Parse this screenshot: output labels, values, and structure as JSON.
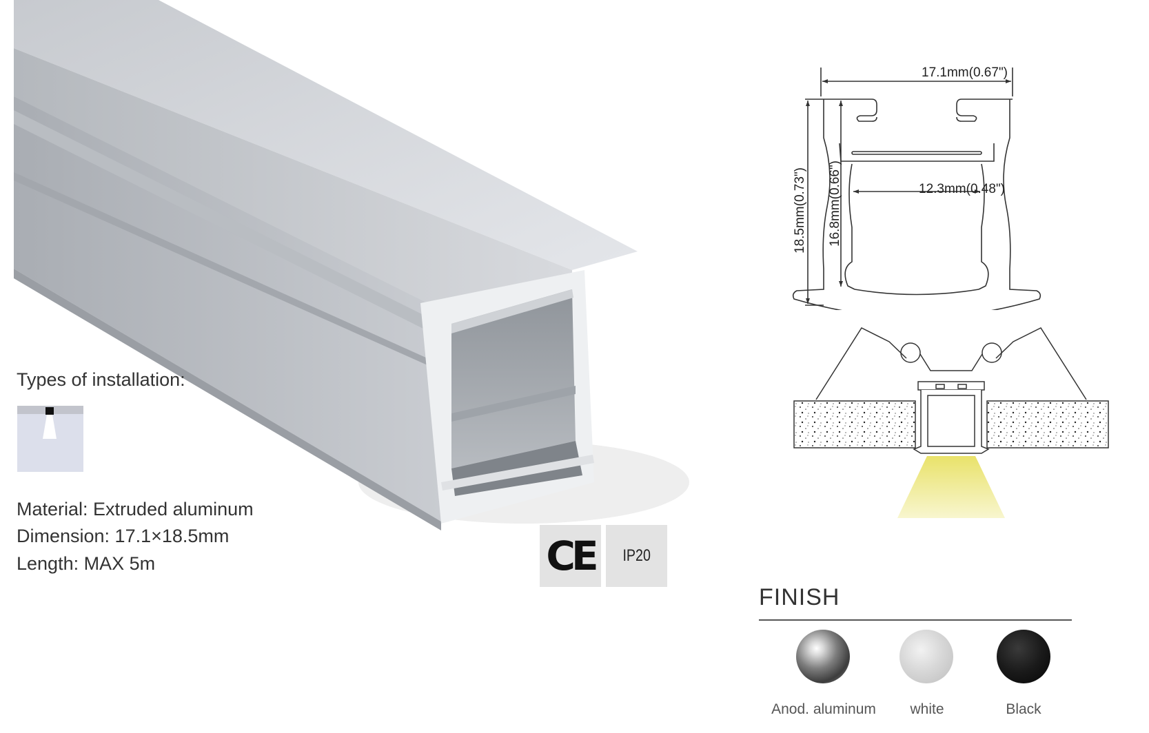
{
  "installation": {
    "title": "Types of installation:",
    "icon": "recessed-installation-icon"
  },
  "specs": {
    "material": "Material: Extruded aluminum",
    "dimension": "Dimension: 17.1×18.5mm",
    "length": "Length: MAX 5m"
  },
  "certifications": {
    "ce": "CE",
    "ip": "IP20"
  },
  "drawing": {
    "outer_width": "17.1mm(0.67\")",
    "inner_width": "12.3mm(0.48\")",
    "outer_height": "18.5mm(0.73\")",
    "inner_height": "16.8mm(0.66\")"
  },
  "finish": {
    "title": "FINISH",
    "options": [
      {
        "label": "Anod. aluminum",
        "color": "#8a8a8a"
      },
      {
        "label": "white",
        "color": "#d0d0d0"
      },
      {
        "label": "Black",
        "color": "#111111"
      }
    ]
  },
  "colors": {
    "light_beam": "#f3ef9a"
  }
}
